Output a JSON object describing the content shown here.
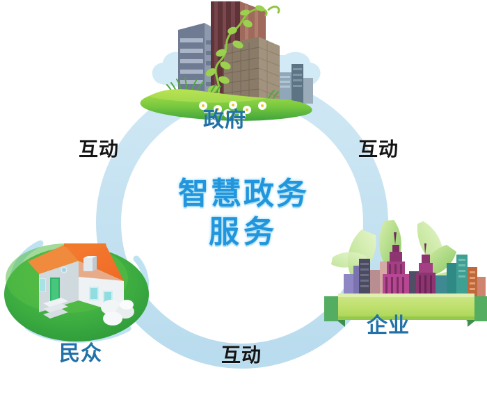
{
  "diagram": {
    "title": "智慧政务服务",
    "title_lines": [
      "智慧政务",
      "服务"
    ],
    "center_text_color": "#2196dd",
    "ring_color": "#c3e2f0",
    "node_label_color": "#2171a8",
    "edge_label_color": "#141414",
    "background_color": "#ffffff",
    "nodes": [
      {
        "id": "government",
        "label": "政府",
        "icon": "city-buildings-on-green-hill-icon",
        "position": "top"
      },
      {
        "id": "citizens",
        "label": "民众",
        "icon": "house-on-green-island-icon",
        "position": "bottom-left"
      },
      {
        "id": "enterprise",
        "label": "企业",
        "icon": "skyline-on-green-ribbon-with-leaves-icon",
        "position": "bottom-right"
      }
    ],
    "edges": [
      {
        "id": "edge-top-left",
        "label": "互动"
      },
      {
        "id": "edge-top-right",
        "label": "互动"
      },
      {
        "id": "edge-bottom",
        "label": "互动"
      }
    ]
  }
}
